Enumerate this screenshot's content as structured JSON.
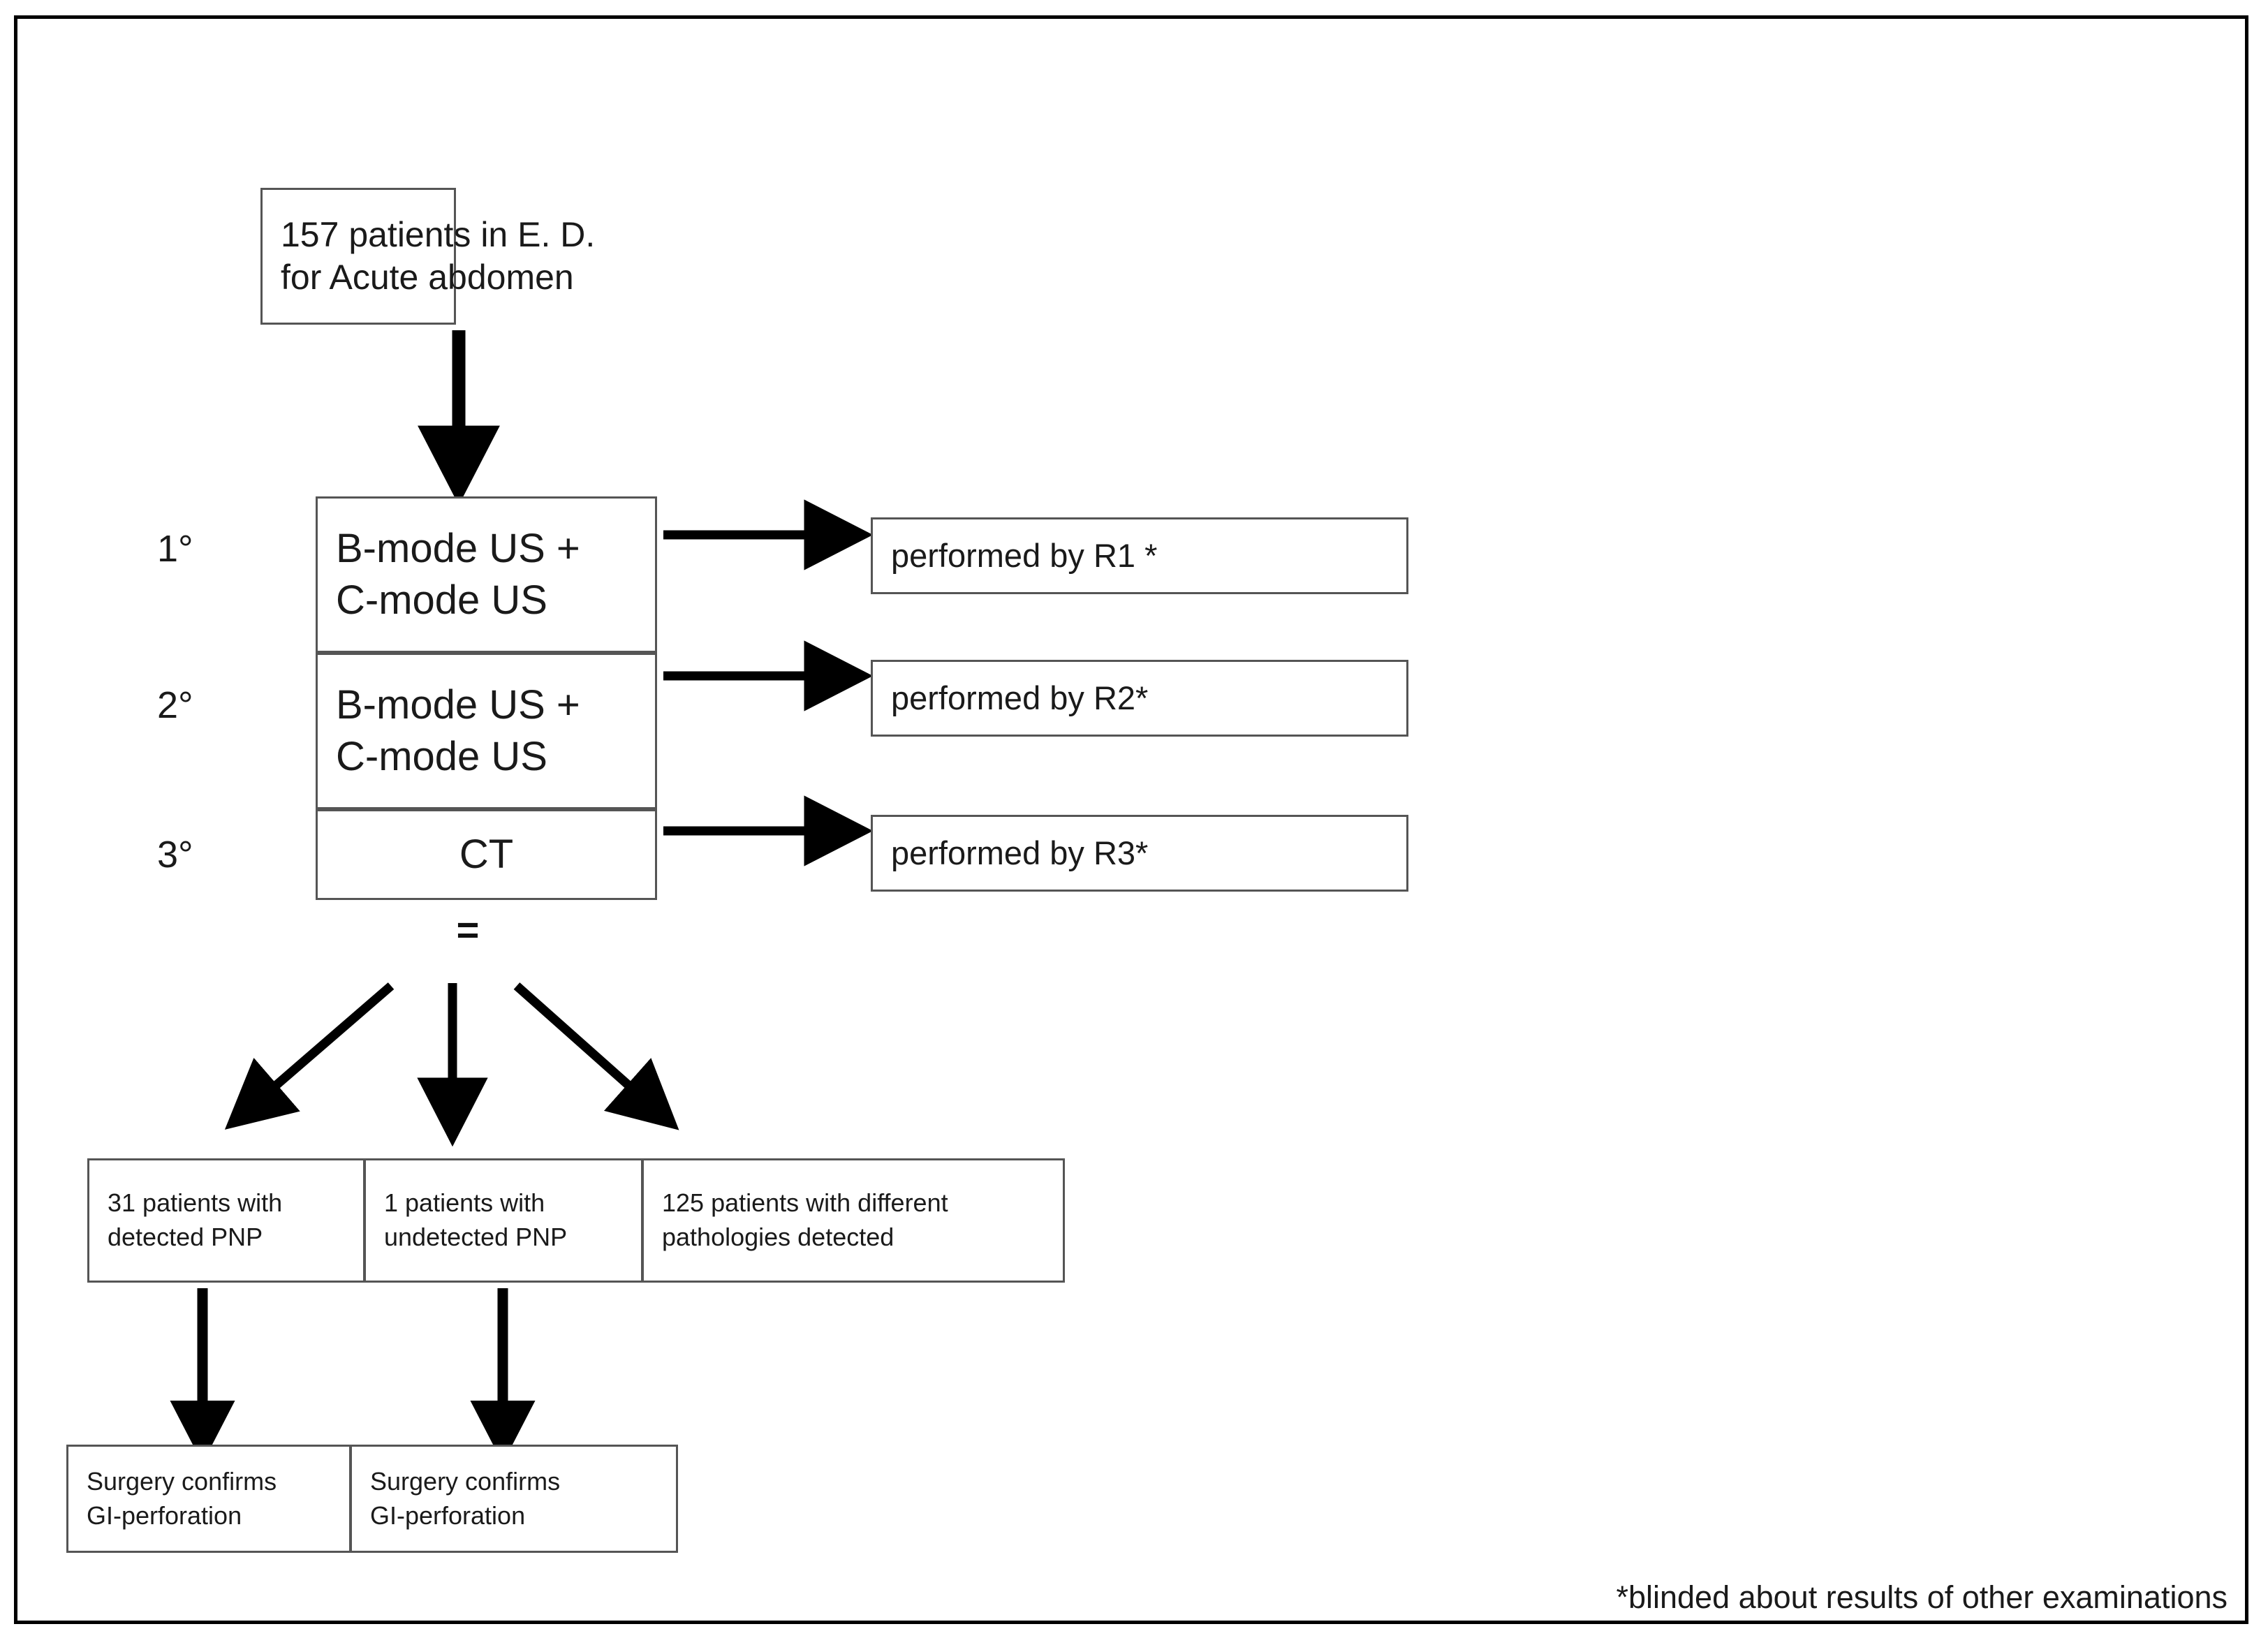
{
  "figure": {
    "type": "flowchart",
    "title_text": "",
    "footnote": "*blinded about results of other examinations"
  },
  "nodes": {
    "top": {
      "line1": "157 patients in E. D.",
      "line2": "for Acute abdomen"
    },
    "modalities": [
      {
        "degree_label": "1°",
        "line1": "B-mode US +",
        "line2": "C-mode US",
        "performed_by": "performed by R1 *"
      },
      {
        "degree_label": "2°",
        "line1": "B-mode US +",
        "line2": "C-mode US",
        "performed_by": "performed by R2*"
      },
      {
        "degree_label": "3°",
        "line1": "CT",
        "line2": "",
        "performed_by": "performed by R3*"
      }
    ],
    "equals": "=",
    "outcomes": [
      {
        "line1": "31 patients with",
        "line2": "detected PNP"
      },
      {
        "line1": "1 patients with",
        "line2": "undetected PNP"
      },
      {
        "line1": "125 patients with different",
        "line2": "pathologies detected"
      }
    ],
    "surgery": [
      {
        "line1": "Surgery confirms",
        "line2": "GI-perforation"
      },
      {
        "line1": "Surgery confirms",
        "line2": "GI-perforation"
      }
    ]
  },
  "colors": {
    "frame": "#000000",
    "box_border": "#555555",
    "arrow": "#000000",
    "text": "#1a1a1a",
    "background": "#ffffff"
  }
}
